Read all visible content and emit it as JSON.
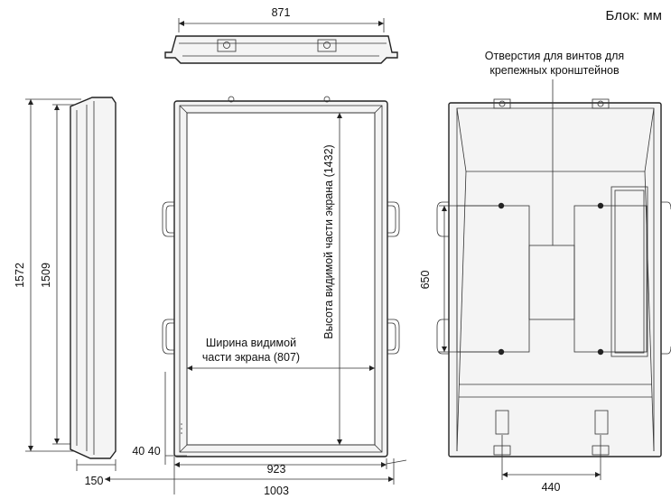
{
  "unit_label": "Блок: мм",
  "callout": {
    "line1": "Отверстия для винтов для",
    "line2": "крепежных кронштейнов"
  },
  "screen_width": {
    "line1": "Ширина видимой",
    "line2": "части экрана  (807)"
  },
  "screen_height": "Высота видимой части экрана  (1432)",
  "dimensions": {
    "top_width": "871",
    "total_height": "1572",
    "side_height": "1509",
    "depth": "150",
    "bezel": "40 40",
    "inner_width": "923",
    "total_width": "1003",
    "hole_vertical": "650",
    "hole_horizontal": "440"
  }
}
